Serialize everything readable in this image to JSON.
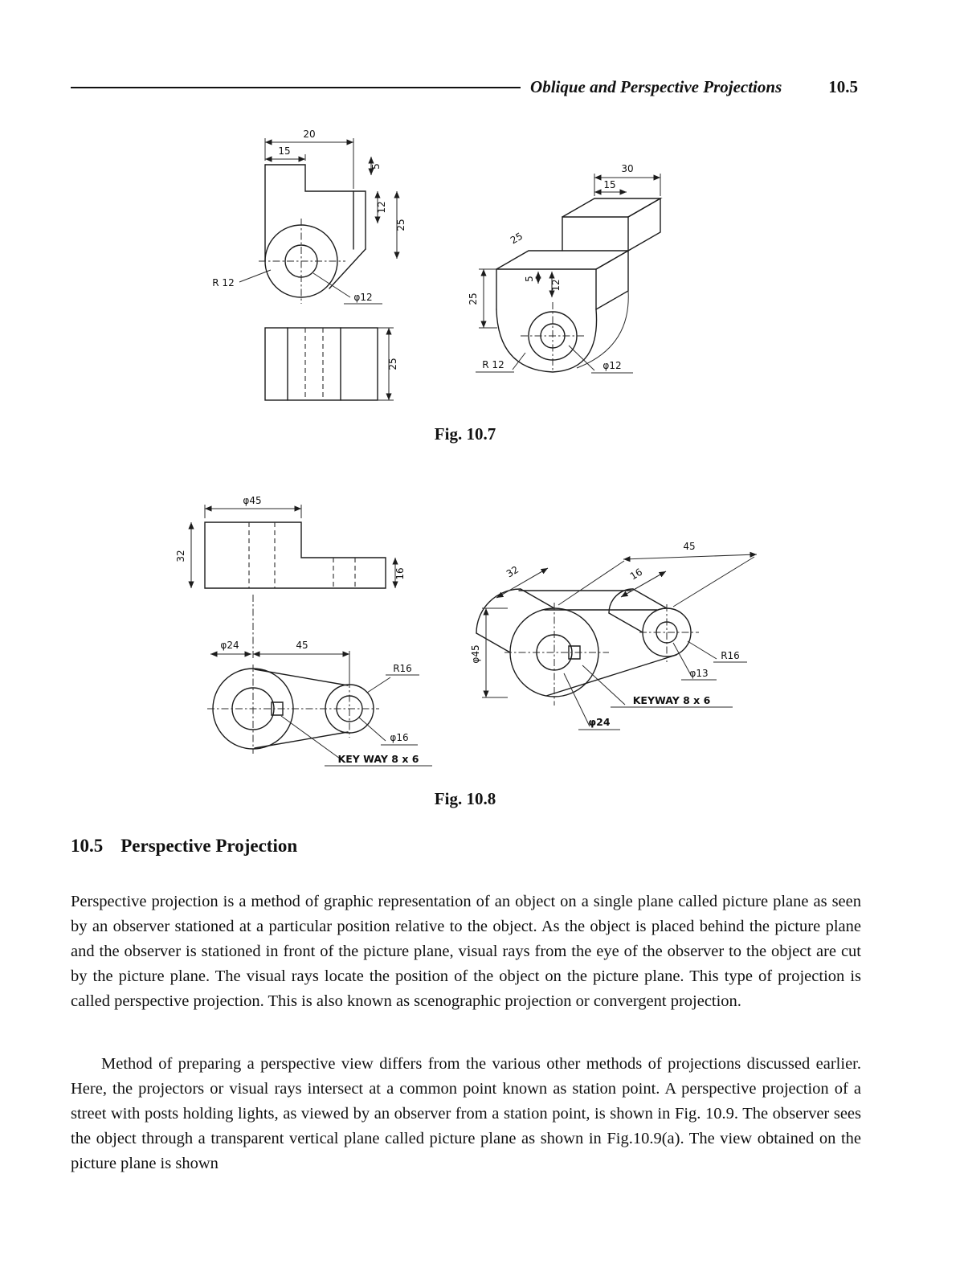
{
  "header": {
    "title": "Oblique and Perspective Projections",
    "page_number": "10.5"
  },
  "fig107": {
    "caption": "Fig. 10.7",
    "front": {
      "dim_20": "20",
      "dim_15": "15",
      "dim_5": "5",
      "dim_12": "12",
      "dim_25": "25",
      "label_r12": "R 12",
      "label_phi12": "φ12"
    },
    "plan": {
      "dim_25": "25"
    },
    "oblique": {
      "dim_30": "30",
      "dim_15": "15",
      "dim_25_left": "25",
      "dim_25_slant": "25",
      "dim_5": "5",
      "dim_12": "12",
      "label_r12": "R 12",
      "label_phi12": "φ12"
    }
  },
  "fig108": {
    "caption": "Fig. 10.8",
    "front": {
      "dim_phi45": "φ45",
      "dim_32": "32",
      "dim_16": "16"
    },
    "plan": {
      "dim_phi24": "φ24",
      "dim_45": "45",
      "label_r16": "R16",
      "label_phi16": "φ16",
      "label_keyway": "KEY WAY 8 x 6"
    },
    "oblique": {
      "dim_45": "45",
      "dim_32": "32",
      "dim_16": "16",
      "dim_phi45": "φ45",
      "label_r16": "R16",
      "label_phi13": "φ13",
      "label_keyway": "KEYWAY 8 x 6",
      "label_phi24": "φ24"
    }
  },
  "section": {
    "number": "10.5",
    "title": "Perspective Projection"
  },
  "body": {
    "para1": "Perspective projection is a method of graphic representation of an object on a single plane called picture plane as seen by an observer stationed at a particular position relative to the object. As the object is placed behind the picture plane and the observer is stationed in front of the picture plane, visual rays from the eye of the observer to the object are cut by the picture plane. The visual rays locate the position of the object on the picture plane. This type of projection is called perspective projection. This is also known as scenographic projection or convergent projection.",
    "para2": "Method of preparing a perspective view differs from the various other methods of projections discussed earlier. Here, the projectors or visual rays intersect at a common point known as station point. A perspective projection of a street with posts holding lights, as viewed by an observer from a station point, is shown in Fig. 10.9. The observer sees the object through a transparent vertical plane called picture plane as shown in Fig.10.9(a). The view obtained on the picture plane is shown"
  }
}
